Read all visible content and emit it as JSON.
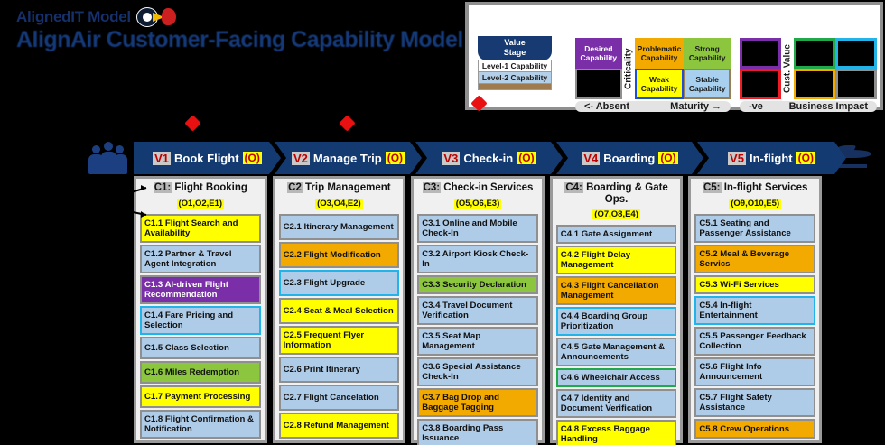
{
  "brand": {
    "logo_text": "AlignedIT Model",
    "logo_icon": "turbine-jet-logo",
    "main_title": "AlignAir Customer-Facing Capability Model"
  },
  "legend": {
    "value_stage": {
      "header_line1": "Value",
      "header_line2": "Stage",
      "rows": [
        "Level-1 Capability",
        "Level-2 Capability",
        ""
      ]
    },
    "maturity": {
      "axis_y": "Criticality",
      "axis_x_left": "<- Absent",
      "axis_x_right": "Maturity →",
      "cells": [
        {
          "label": "Desired Capability",
          "style": "c-desired"
        },
        {
          "label": "",
          "style": "c-absent"
        },
        {
          "label": "Problematic Capability",
          "style": "c-problem"
        },
        {
          "label": "Weak Capability",
          "style": "c-weak"
        },
        {
          "label": "Strong Capability",
          "style": "c-strong"
        },
        {
          "label": "Stable Capability",
          "style": "c-stable"
        }
      ]
    },
    "impact": {
      "axis_y": "Cust. Value",
      "axis_x_left": "-ve",
      "axis_x_right": "Business Impact",
      "cells": [
        "i-purple",
        "i-red",
        "i-green",
        "i-orange",
        "i-cyan",
        "i-gray"
      ]
    }
  },
  "stages": [
    {
      "tag": "V1",
      "name": "Book Flight",
      "opt": "(O)"
    },
    {
      "tag": "V2",
      "name": "Manage Trip",
      "opt": "(O)"
    },
    {
      "tag": "V3",
      "name": "Check-in",
      "opt": "(O)"
    },
    {
      "tag": "V4",
      "name": "Boarding",
      "opt": "(O)"
    },
    {
      "tag": "V5",
      "name": "In-flight",
      "opt": "(O)"
    }
  ],
  "side_icons": {
    "left": "people-icon",
    "right": "airplane-icon"
  },
  "columns": [
    {
      "tag": "C1:",
      "title": "Flight Booking",
      "codes": "(O1,O2,E1)",
      "items": [
        {
          "label": "C1.1 Flight Search and Availability",
          "style": "bg-yellow"
        },
        {
          "label": "C1.2 Partner & Travel Agent Integration",
          "style": "bg-blue"
        },
        {
          "label": "C1.3 AI-driven Flight Recommendation",
          "style": "bg-purple"
        },
        {
          "label": "C1.4 Fare Pricing and Selection",
          "style": "bg-blue bd-cyan"
        },
        {
          "label": "C1.5 Class Selection",
          "style": "bg-blue"
        },
        {
          "label": "C1.6 Miles Redemption",
          "style": "bg-green"
        },
        {
          "label": "C1.7 Payment Processing",
          "style": "bg-yellow"
        },
        {
          "label": "C1.8 Flight Confirmation & Notification",
          "style": "bg-blue"
        }
      ]
    },
    {
      "tag": "C2",
      "title": "Trip Management",
      "codes": "(O3,O4,E2)",
      "items": [
        {
          "label": "C2.1 Itinerary Management",
          "style": "bg-blue"
        },
        {
          "label": "C2.2 Flight Modification",
          "style": "bg-orange"
        },
        {
          "label": "C2.3 Flight Upgrade",
          "style": "bg-blue bd-cyan"
        },
        {
          "label": "C2.4 Seat & Meal Selection",
          "style": "bg-yellow"
        },
        {
          "label": "C2.5 Frequent Flyer Information",
          "style": "bg-yellow"
        },
        {
          "label": "C2.6 Print Itinerary",
          "style": "bg-blue"
        },
        {
          "label": "C2.7 Flight Cancelation",
          "style": "bg-blue"
        },
        {
          "label": "C2.8 Refund Management",
          "style": "bg-yellow"
        }
      ]
    },
    {
      "tag": "C3:",
      "title": "Check-in Services",
      "codes": "(O5,O6,E3)",
      "items": [
        {
          "label": "C3.1 Online and Mobile Check-In",
          "style": "bg-blue"
        },
        {
          "label": "C3.2 Airport Kiosk Check-In",
          "style": "bg-blue"
        },
        {
          "label": "C3.3 Security Declaration",
          "style": "bg-green"
        },
        {
          "label": "C3.4 Travel Document Verification",
          "style": "bg-blue"
        },
        {
          "label": "C3.5 Seat Map Management",
          "style": "bg-blue"
        },
        {
          "label": "C3.6 Special Assistance Check-In",
          "style": "bg-blue"
        },
        {
          "label": "C3.7 Bag Drop and Baggage Tagging",
          "style": "bg-orange"
        },
        {
          "label": "C3.8 Boarding Pass Issuance",
          "style": "bg-blue"
        }
      ]
    },
    {
      "tag": "C4:",
      "title": "Boarding & Gate Ops.",
      "codes": "(O7,O8,E4)",
      "items": [
        {
          "label": "C4.1 Gate Assignment",
          "style": "bg-blue"
        },
        {
          "label": "C4.2 Flight Delay Management",
          "style": "bg-yellow"
        },
        {
          "label": "C4.3 Flight Cancellation Management",
          "style": "bg-orange"
        },
        {
          "label": "C4.4 Boarding Group Prioritization",
          "style": "bg-blue bd-cyan"
        },
        {
          "label": "C4.5 Gate Management & Announcements",
          "style": "bg-blue"
        },
        {
          "label": "C4.6 Wheelchair Access",
          "style": "bg-blue bd-green"
        },
        {
          "label": "C4.7 Identity and Document Verification",
          "style": "bg-blue"
        },
        {
          "label": "C4.8 Excess Baggage Handling",
          "style": "bg-yellow"
        }
      ]
    },
    {
      "tag": "C5:",
      "title": "In-flight Services",
      "codes": "(O9,O10,E5)",
      "items": [
        {
          "label": "C5.1 Seating and Passenger Assistance",
          "style": "bg-blue"
        },
        {
          "label": "C5.2 Meal & Beverage Servics",
          "style": "bg-orange"
        },
        {
          "label": "C5.3 Wi-Fi Services",
          "style": "bg-yellow"
        },
        {
          "label": "C5.4 In-flight Entertainment",
          "style": "bg-blue bd-cyan"
        },
        {
          "label": "C5.5 Passenger Feedback Collection",
          "style": "bg-blue"
        },
        {
          "label": "C5.6 Flight Info Announcement",
          "style": "bg-blue"
        },
        {
          "label": "C5.7 Flight Safety Assistance",
          "style": "bg-blue"
        },
        {
          "label": "C5.8 Crew Operations",
          "style": "bg-orange"
        }
      ]
    }
  ],
  "colors": {
    "brand_navy": "#153a7a",
    "chevron": "#143a72",
    "accent_red": "#e81010",
    "highlight_yellow": "#ffff00"
  }
}
